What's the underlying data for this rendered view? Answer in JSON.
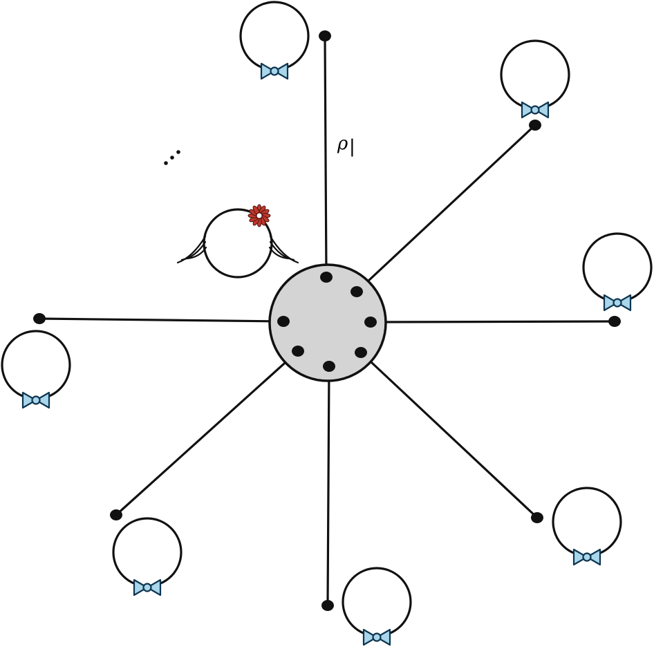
{
  "diagram": {
    "link_label": "ρ",
    "link_label_suffix": "|",
    "ellipsis": "⋰",
    "colors": {
      "stroke": "#111111",
      "hub_fill": "#d4d4d4",
      "bowtie_fill": "#a9d6ea",
      "bowtie_stroke": "#0d3550",
      "flower_fill": "#c0392b",
      "flower_stroke": "#4a1210",
      "background": "#ffffff"
    },
    "nodes": [
      {
        "name": "bowtie-node-top",
        "icon": "bowtie-icon"
      },
      {
        "name": "bowtie-node-top-right",
        "icon": "bowtie-icon"
      },
      {
        "name": "bowtie-node-right",
        "icon": "bowtie-icon"
      },
      {
        "name": "bowtie-node-bottom-right",
        "icon": "bowtie-icon"
      },
      {
        "name": "bowtie-node-bottom",
        "icon": "bowtie-icon"
      },
      {
        "name": "bowtie-node-bottom-left",
        "icon": "bowtie-icon"
      },
      {
        "name": "bowtie-node-left",
        "icon": "bowtie-icon"
      },
      {
        "name": "flower-node-upper-left",
        "icon": "flower-icon"
      }
    ]
  }
}
